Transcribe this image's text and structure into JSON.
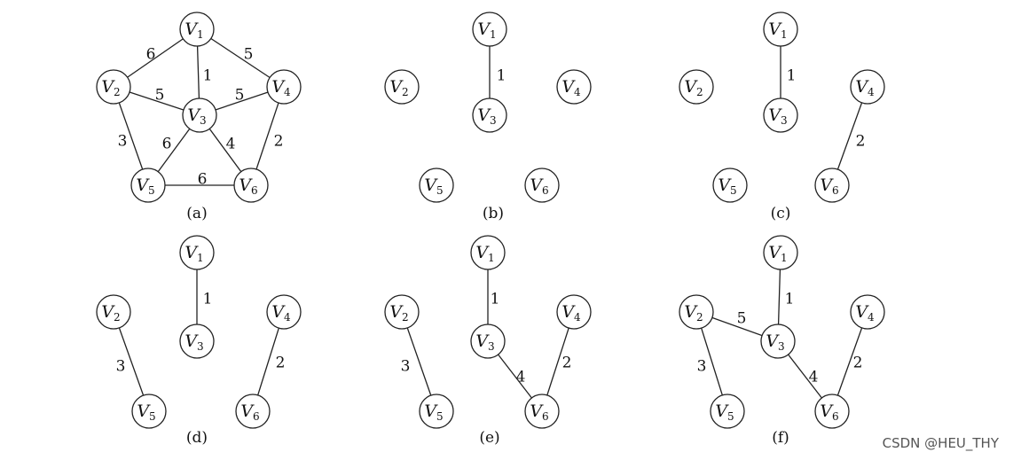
{
  "watermark": "CSDN @HEU_THY",
  "node_letter": "V",
  "panels": [
    {
      "id": "a",
      "caption": "(a)",
      "nodes": [
        {
          "id": "1",
          "sub": "1"
        },
        {
          "id": "2",
          "sub": "2"
        },
        {
          "id": "3",
          "sub": "3"
        },
        {
          "id": "4",
          "sub": "4"
        },
        {
          "id": "5",
          "sub": "5"
        },
        {
          "id": "6",
          "sub": "6"
        }
      ],
      "edges": [
        {
          "from": "1",
          "to": "2",
          "weight": "6"
        },
        {
          "from": "1",
          "to": "3",
          "weight": "1"
        },
        {
          "from": "1",
          "to": "4",
          "weight": "5"
        },
        {
          "from": "2",
          "to": "3",
          "weight": "5"
        },
        {
          "from": "3",
          "to": "4",
          "weight": "5"
        },
        {
          "from": "2",
          "to": "5",
          "weight": "3"
        },
        {
          "from": "3",
          "to": "5",
          "weight": "6"
        },
        {
          "from": "3",
          "to": "6",
          "weight": "4"
        },
        {
          "from": "4",
          "to": "6",
          "weight": "2"
        },
        {
          "from": "5",
          "to": "6",
          "weight": "6"
        }
      ]
    },
    {
      "id": "b",
      "caption": "(b)",
      "nodes": [
        {
          "id": "1",
          "sub": "1"
        },
        {
          "id": "2",
          "sub": "2"
        },
        {
          "id": "3",
          "sub": "3"
        },
        {
          "id": "4",
          "sub": "4"
        },
        {
          "id": "5",
          "sub": "5"
        },
        {
          "id": "6",
          "sub": "6"
        }
      ],
      "edges": [
        {
          "from": "1",
          "to": "3",
          "weight": "1"
        }
      ]
    },
    {
      "id": "c",
      "caption": "(c)",
      "nodes": [
        {
          "id": "1",
          "sub": "1"
        },
        {
          "id": "2",
          "sub": "2"
        },
        {
          "id": "3",
          "sub": "3"
        },
        {
          "id": "4",
          "sub": "4"
        },
        {
          "id": "5",
          "sub": "5"
        },
        {
          "id": "6",
          "sub": "6"
        }
      ],
      "edges": [
        {
          "from": "1",
          "to": "3",
          "weight": "1"
        },
        {
          "from": "4",
          "to": "6",
          "weight": "2"
        }
      ]
    },
    {
      "id": "d",
      "caption": "(d)",
      "nodes": [
        {
          "id": "1",
          "sub": "1"
        },
        {
          "id": "2",
          "sub": "2"
        },
        {
          "id": "3",
          "sub": "3"
        },
        {
          "id": "4",
          "sub": "4"
        },
        {
          "id": "5",
          "sub": "5"
        },
        {
          "id": "6",
          "sub": "6"
        }
      ],
      "edges": [
        {
          "from": "1",
          "to": "3",
          "weight": "1"
        },
        {
          "from": "2",
          "to": "5",
          "weight": "3"
        },
        {
          "from": "4",
          "to": "6",
          "weight": "2"
        }
      ]
    },
    {
      "id": "e",
      "caption": "(e)",
      "nodes": [
        {
          "id": "1",
          "sub": "1"
        },
        {
          "id": "2",
          "sub": "2"
        },
        {
          "id": "3",
          "sub": "3"
        },
        {
          "id": "4",
          "sub": "4"
        },
        {
          "id": "5",
          "sub": "5"
        },
        {
          "id": "6",
          "sub": "6"
        }
      ],
      "edges": [
        {
          "from": "1",
          "to": "3",
          "weight": "1"
        },
        {
          "from": "2",
          "to": "5",
          "weight": "3"
        },
        {
          "from": "3",
          "to": "6",
          "weight": "4"
        },
        {
          "from": "4",
          "to": "6",
          "weight": "2"
        }
      ]
    },
    {
      "id": "f",
      "caption": "(f)",
      "nodes": [
        {
          "id": "1",
          "sub": "1"
        },
        {
          "id": "2",
          "sub": "2"
        },
        {
          "id": "3",
          "sub": "3"
        },
        {
          "id": "4",
          "sub": "4"
        },
        {
          "id": "5",
          "sub": "5"
        },
        {
          "id": "6",
          "sub": "6"
        }
      ],
      "edges": [
        {
          "from": "1",
          "to": "3",
          "weight": "1"
        },
        {
          "from": "2",
          "to": "3",
          "weight": "5"
        },
        {
          "from": "2",
          "to": "5",
          "weight": "3"
        },
        {
          "from": "3",
          "to": "6",
          "weight": "4"
        },
        {
          "from": "4",
          "to": "6",
          "weight": "2"
        }
      ]
    }
  ]
}
